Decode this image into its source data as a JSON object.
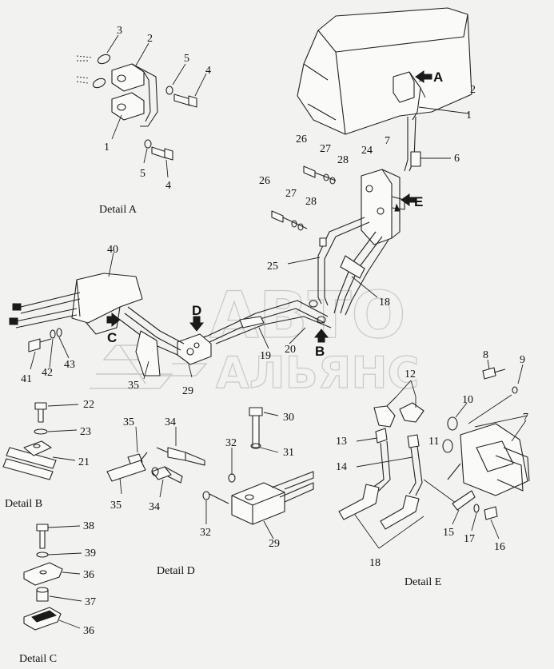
{
  "watermark": {
    "line1": "АВТО",
    "line2": "АЛЬЯНС"
  },
  "details": {
    "a": "Detail A",
    "b": "Detail B",
    "c": "Detail C",
    "d": "Detail D",
    "e": "Detail E"
  },
  "view_letters": {
    "a": "A",
    "b": "B",
    "c": "C",
    "d": "D",
    "e": "E"
  },
  "callouts": {
    "a3": "3",
    "a2": "2",
    "a5t": "5",
    "a4t": "4",
    "a1": "1",
    "a5b": "5",
    "a4b": "4",
    "m2": "2",
    "m1": "1",
    "m6": "6",
    "m7": "7",
    "m24": "24",
    "m26t": "26",
    "m27t": "27",
    "m28t": "28",
    "m26b": "26",
    "m27b": "27",
    "m28b": "28",
    "m25": "25",
    "m18": "18",
    "m40": "40",
    "m41": "41",
    "m42": "42",
    "m43": "43",
    "m35": "35",
    "m29": "29",
    "m19": "19",
    "m20": "20",
    "b22": "22",
    "b23": "23",
    "b21": "21",
    "d35t": "35",
    "d34t": "34",
    "d35b": "35",
    "d34b": "34",
    "d30": "30",
    "d32t": "32",
    "d31": "31",
    "d32b": "32",
    "d29": "29",
    "c38": "38",
    "c39": "39",
    "c36t": "36",
    "c37": "37",
    "c36b": "36",
    "e12": "12",
    "e13": "13",
    "e14": "14",
    "e18": "18",
    "e8": "8",
    "e9": "9",
    "e10": "10",
    "e11": "11",
    "e7": "7",
    "e15": "15",
    "e17": "17",
    "e16": "16"
  }
}
